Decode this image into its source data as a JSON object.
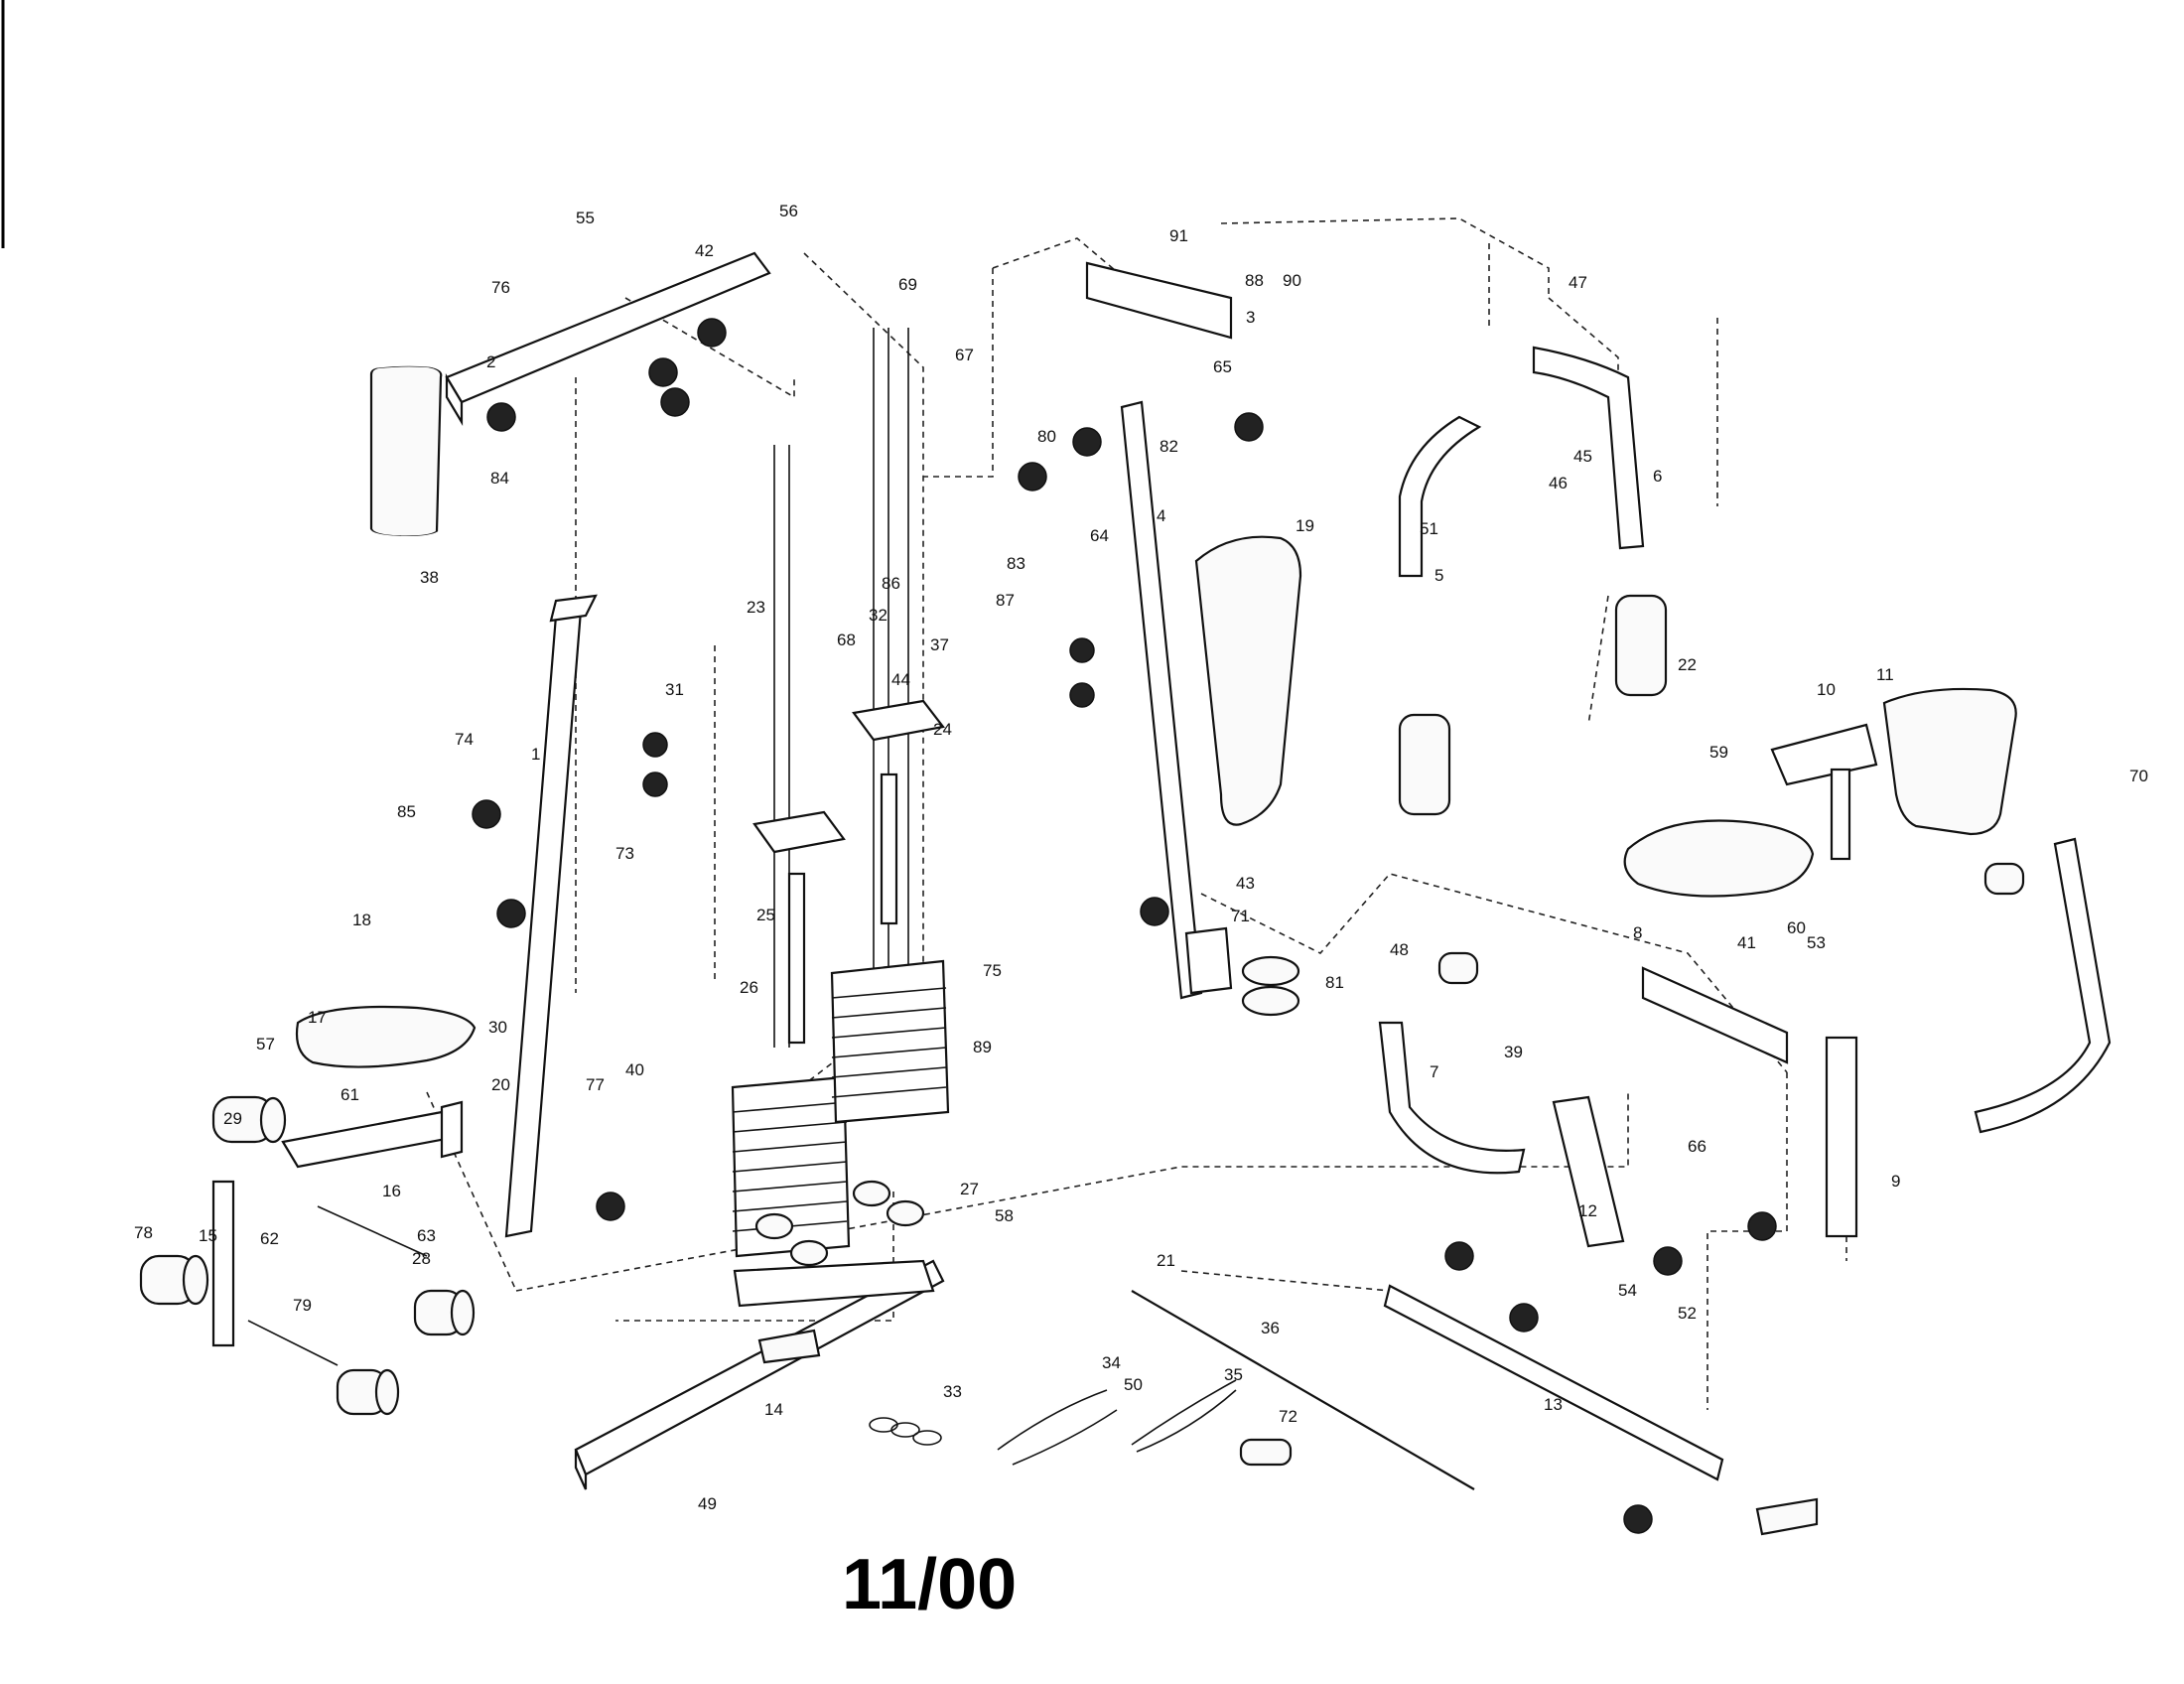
{
  "revision": "11/00",
  "part_labels": [
    "1",
    "2",
    "3",
    "4",
    "5",
    "6",
    "7",
    "8",
    "9",
    "10",
    "11",
    "12",
    "13",
    "14",
    "15",
    "16",
    "17",
    "18",
    "19",
    "20",
    "21",
    "22",
    "23",
    "24",
    "25",
    "26",
    "27",
    "28",
    "29",
    "30",
    "31",
    "32",
    "33",
    "34",
    "35",
    "36",
    "37",
    "38",
    "39",
    "40",
    "41",
    "42",
    "43",
    "44",
    "45",
    "46",
    "47",
    "48",
    "49",
    "50",
    "51",
    "52",
    "53",
    "54",
    "55",
    "56",
    "57",
    "58",
    "59",
    "60",
    "61",
    "62",
    "63",
    "64",
    "65",
    "66",
    "67",
    "68",
    "69",
    "70",
    "71",
    "72",
    "73",
    "74",
    "75",
    "76",
    "77",
    "78",
    "79",
    "80",
    "81",
    "82",
    "83",
    "84",
    "85",
    "86",
    "87",
    "88",
    "89",
    "90",
    "91"
  ]
}
